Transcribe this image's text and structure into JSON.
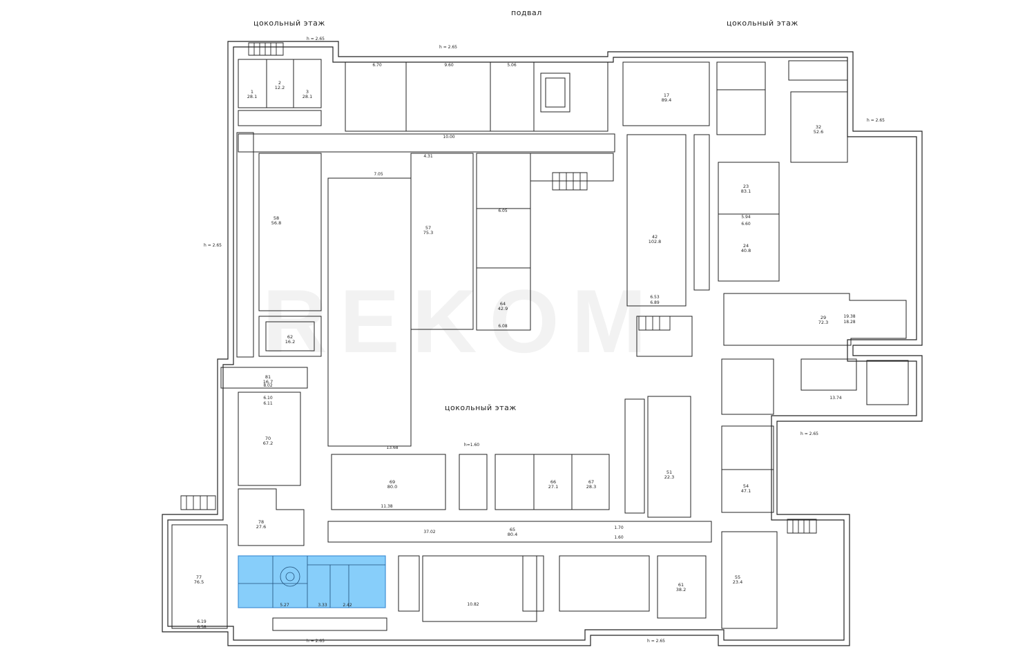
{
  "floor_labels": {
    "basement": "подвал",
    "plinth_left": "цокольный этаж",
    "plinth_right": "цокольный этаж",
    "plinth_center": "цокольный этаж"
  },
  "watermark": "REKOM",
  "colors": {
    "highlight_fill": "#87CEFA",
    "highlight_stroke": "#3f8fd6",
    "wall": "#222222",
    "background": "#ffffff"
  },
  "room_labels": [
    {
      "id": "r1",
      "num": "1",
      "area": "28.1"
    },
    {
      "id": "r2",
      "num": "2",
      "area": "12.2"
    },
    {
      "id": "r3",
      "num": "3",
      "area": "28.1"
    },
    {
      "id": "r57",
      "num": "57",
      "area": "75.3"
    },
    {
      "id": "r58",
      "num": "58",
      "area": "56.8"
    },
    {
      "id": "r62",
      "num": "62",
      "area": "16.2"
    },
    {
      "id": "r81",
      "num": "81",
      "area": "16.7"
    },
    {
      "id": "r70",
      "num": "70",
      "area": "67.2"
    },
    {
      "id": "r78",
      "num": "78",
      "area": "27.6"
    },
    {
      "id": "r77",
      "num": "77",
      "area": "76.5"
    },
    {
      "id": "r17",
      "num": "17",
      "area": "89.4"
    },
    {
      "id": "r32",
      "num": "32",
      "area": "52.6"
    },
    {
      "id": "r23",
      "num": "23",
      "area": "83.1"
    },
    {
      "id": "r24",
      "num": "24",
      "area": "40.8"
    },
    {
      "id": "r29",
      "num": "29",
      "area": "72.3"
    },
    {
      "id": "r42",
      "num": "42",
      "area": "102.8"
    },
    {
      "id": "r64",
      "num": "64",
      "area": "42.9"
    },
    {
      "id": "r65",
      "num": "65",
      "area": "80.4"
    },
    {
      "id": "r69",
      "num": "69",
      "area": "80.0"
    },
    {
      "id": "r66",
      "num": "66",
      "area": "27.1"
    },
    {
      "id": "r67",
      "num": "67",
      "area": "28.3"
    },
    {
      "id": "r51",
      "num": "51",
      "area": "22.3"
    },
    {
      "id": "r54",
      "num": "54",
      "area": "47.1"
    },
    {
      "id": "r61",
      "num": "61",
      "area": "38.2"
    },
    {
      "id": "r55",
      "num": "55",
      "area": "23.4"
    }
  ],
  "dimension_labels": [
    {
      "id": "d1",
      "text": "6.70"
    },
    {
      "id": "d2",
      "text": "9.60"
    },
    {
      "id": "d3",
      "text": "5.06"
    },
    {
      "id": "d4",
      "text": "10.00"
    },
    {
      "id": "d5",
      "text": "7.05"
    },
    {
      "id": "d6",
      "text": "4.31"
    },
    {
      "id": "d7",
      "text": "6.05"
    },
    {
      "id": "d8",
      "text": "6.08"
    },
    {
      "id": "d9",
      "text": "13.68"
    },
    {
      "id": "d10",
      "text": "11.38"
    },
    {
      "id": "d11",
      "text": "37.02"
    },
    {
      "id": "d12",
      "text": "10.82"
    },
    {
      "id": "d13",
      "text": "19.38"
    },
    {
      "id": "d14",
      "text": "18.28"
    },
    {
      "id": "d15",
      "text": "13.74"
    },
    {
      "id": "d16",
      "text": "6.53"
    },
    {
      "id": "d17",
      "text": "6.89"
    },
    {
      "id": "d18",
      "text": "8.02"
    },
    {
      "id": "d19",
      "text": "6.10"
    },
    {
      "id": "d20",
      "text": "6.11"
    },
    {
      "id": "d21",
      "text": "5.94"
    },
    {
      "id": "d22",
      "text": "6.60"
    },
    {
      "id": "d23",
      "text": "6.19"
    },
    {
      "id": "d24",
      "text": "6.58"
    },
    {
      "id": "d25",
      "text": "3.33"
    },
    {
      "id": "d26",
      "text": "5.27"
    },
    {
      "id": "d27",
      "text": "2.42"
    },
    {
      "id": "d28",
      "text": "h=1.60"
    },
    {
      "id": "d29",
      "text": "1.70"
    },
    {
      "id": "d30",
      "text": "1.60"
    }
  ],
  "height_notes": [
    {
      "id": "h1",
      "text": "h = 2.65"
    },
    {
      "id": "h2",
      "text": "h = 2.65"
    },
    {
      "id": "h3",
      "text": "h = 2.65"
    },
    {
      "id": "h4",
      "text": "h = 2.65"
    },
    {
      "id": "h5",
      "text": "h = 2.65"
    },
    {
      "id": "h6",
      "text": "h = 2.65"
    },
    {
      "id": "h7",
      "text": "h = 2.65"
    }
  ]
}
